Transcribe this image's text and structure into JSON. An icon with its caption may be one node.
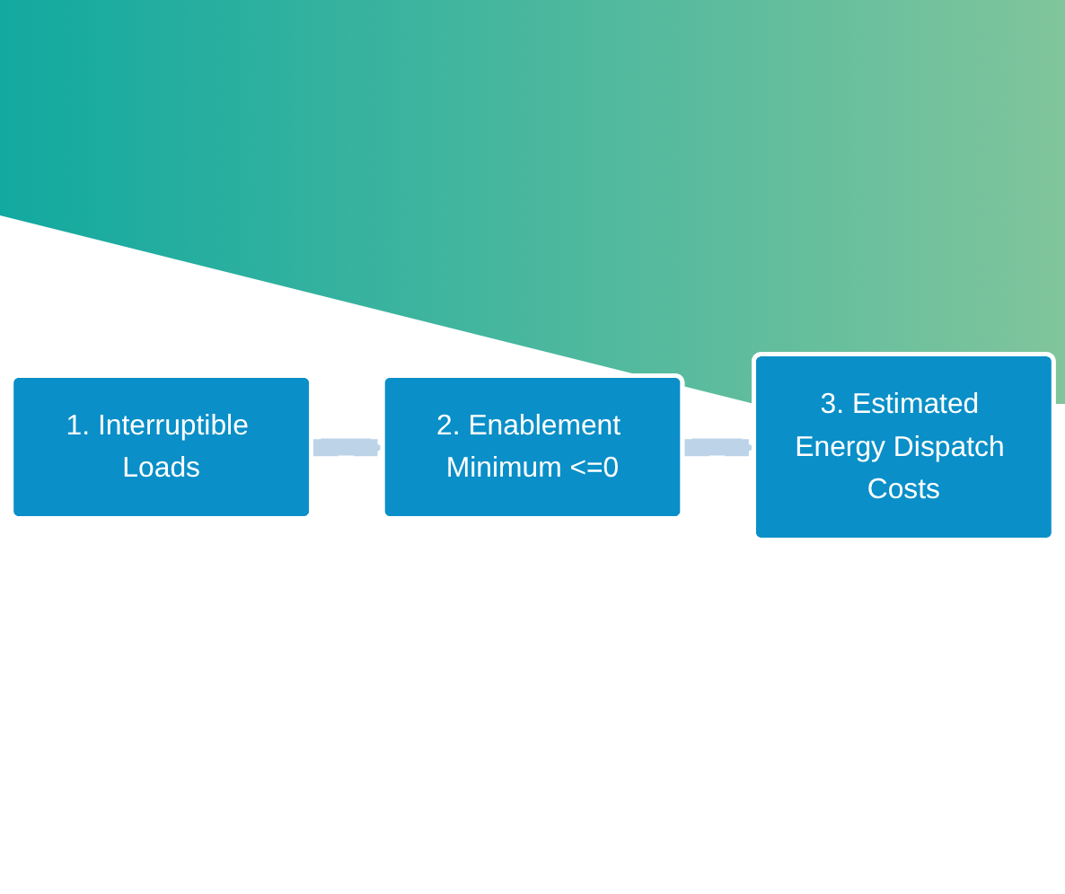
{
  "diagram": {
    "nodes": [
      {
        "text": [
          "1. Interruptible Loads"
        ]
      },
      {
        "text": [
          "2. Enablement Minimum <=0"
        ]
      },
      {
        "text": [
          "3. Estimated Energy Dispatch Costs"
        ]
      }
    ],
    "edges": [
      {
        "from": 0,
        "to": 1,
        "arrow": "to"
      },
      {
        "from": 1,
        "to": 2,
        "arrow": "to"
      }
    ]
  }
}
